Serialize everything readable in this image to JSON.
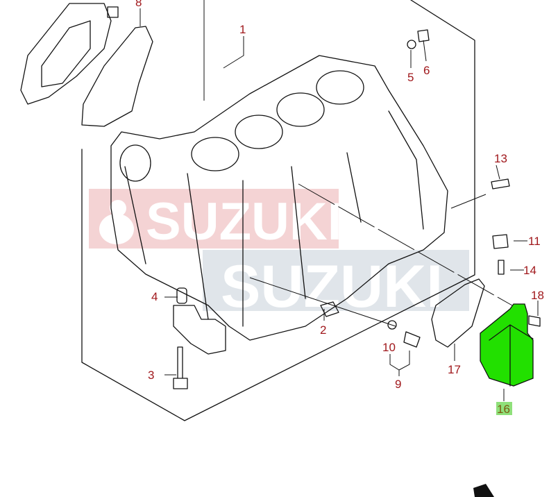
{
  "diagram": {
    "title": "Cylinder block exploded view",
    "watermark_top": "SUZUKI",
    "watermark_bottom": "SUZUKI",
    "highlight_color": "#22e000",
    "label_color": "#a0181c",
    "callouts": [
      {
        "id": "1",
        "label": "1"
      },
      {
        "id": "2",
        "label": "2"
      },
      {
        "id": "3",
        "label": "3"
      },
      {
        "id": "4",
        "label": "4"
      },
      {
        "id": "5",
        "label": "5"
      },
      {
        "id": "6",
        "label": "6"
      },
      {
        "id": "8",
        "label": "8"
      },
      {
        "id": "9",
        "label": "9"
      },
      {
        "id": "10",
        "label": "10"
      },
      {
        "id": "11",
        "label": "11"
      },
      {
        "id": "13",
        "label": "13"
      },
      {
        "id": "14",
        "label": "14"
      },
      {
        "id": "16",
        "label": "16",
        "highlighted": true
      },
      {
        "id": "17",
        "label": "17"
      },
      {
        "id": "18",
        "label": "18"
      }
    ]
  }
}
